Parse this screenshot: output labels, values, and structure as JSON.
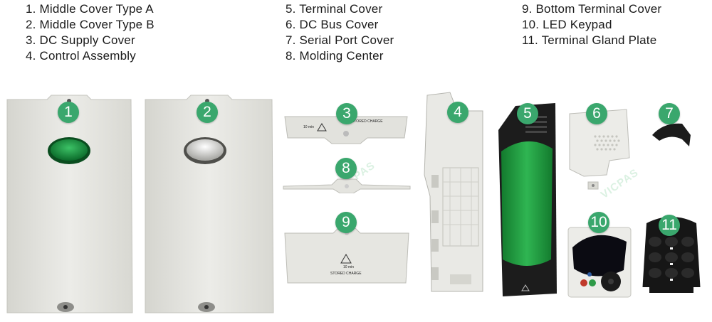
{
  "legend": {
    "col1": [
      "1. Middle Cover Type A",
      "2. Middle Cover Type B",
      "3. DC Supply Cover",
      "4. Control Assembly"
    ],
    "col2": [
      "5. Terminal Cover",
      "6. DC Bus Cover",
      "7. Serial Port Cover",
      "8. Molding Center"
    ],
    "col3": [
      "9. Bottom Terminal Cover",
      "10. LED Keypad",
      "11. Terminal Gland Plate"
    ]
  },
  "badges": [
    "1",
    "2",
    "3",
    "4",
    "5",
    "6",
    "7",
    "8",
    "9",
    "10",
    "11"
  ],
  "labels": {
    "stored_charge_1": "STORED CHARGE",
    "ten_min_1": "10 min",
    "stored_charge_2": "STORED CHARGE",
    "ten_min_2": "10 min"
  },
  "watermark": "VICPAS",
  "colors": {
    "badge": "#3aa76d",
    "cover": "#e4e4df",
    "keypad_green": "#1f8f3a",
    "dark": "#1c1c1c"
  }
}
